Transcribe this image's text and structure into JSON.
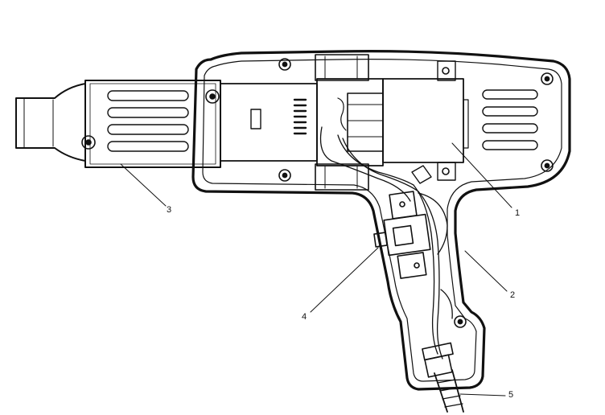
{
  "callouts": {
    "c1": "1",
    "c2": "2",
    "c3": "3",
    "c4": "4",
    "c5": "5"
  },
  "colors": {
    "ink": "#111111",
    "paper": "#ffffff",
    "shadow": "#222222"
  },
  "icons": [
    "screw-boss-icon",
    "vent-slot-icon",
    "switch-icon",
    "cord-icon"
  ]
}
